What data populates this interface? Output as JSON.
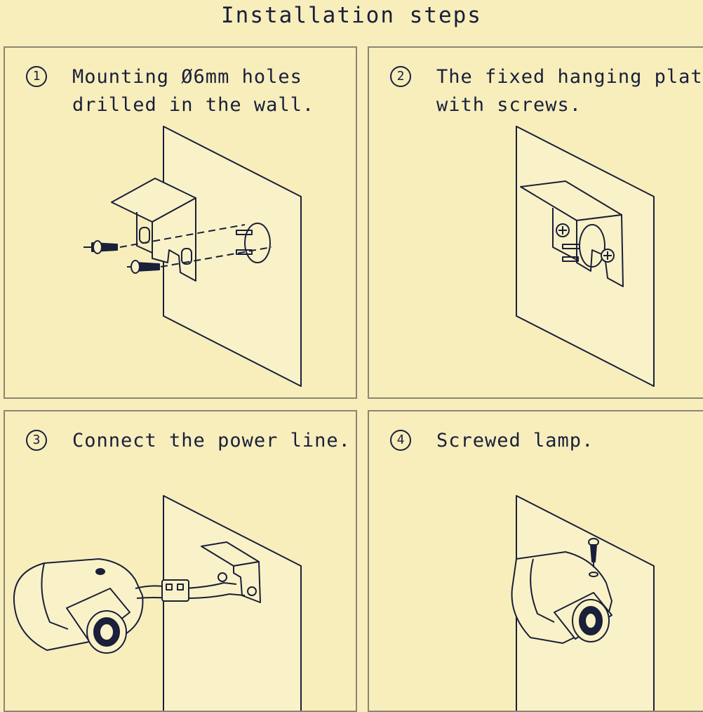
{
  "page": {
    "title": "Installation steps"
  },
  "steps": [
    {
      "number": "1",
      "text": "Mounting Ø6mm holes\ndrilled in the wall."
    },
    {
      "number": "2",
      "text": "The fixed hanging plate\nwith screws."
    },
    {
      "number": "3",
      "text": "Connect the power line."
    },
    {
      "number": "4",
      "text": "Screwed lamp."
    }
  ],
  "colors": {
    "background": "#f7eebc",
    "ink": "#1a1f3a",
    "border": "#8a8770"
  }
}
